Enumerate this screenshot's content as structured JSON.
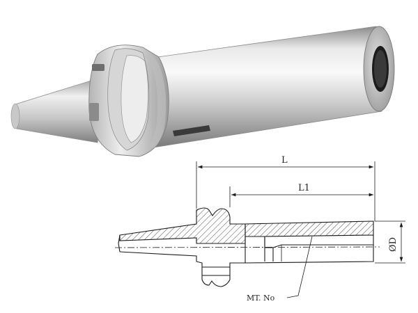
{
  "dimensions": {
    "overall_length": "L",
    "bore_length": "L1",
    "outer_diameter": "ØD",
    "taper_callout": "MT. No"
  },
  "colors": {
    "metal_light": "#f2f2f2",
    "metal_mid": "#c9c9c9",
    "metal_dark": "#7e7e7e",
    "line": "#1a1a1a",
    "hatch": "#333333"
  }
}
